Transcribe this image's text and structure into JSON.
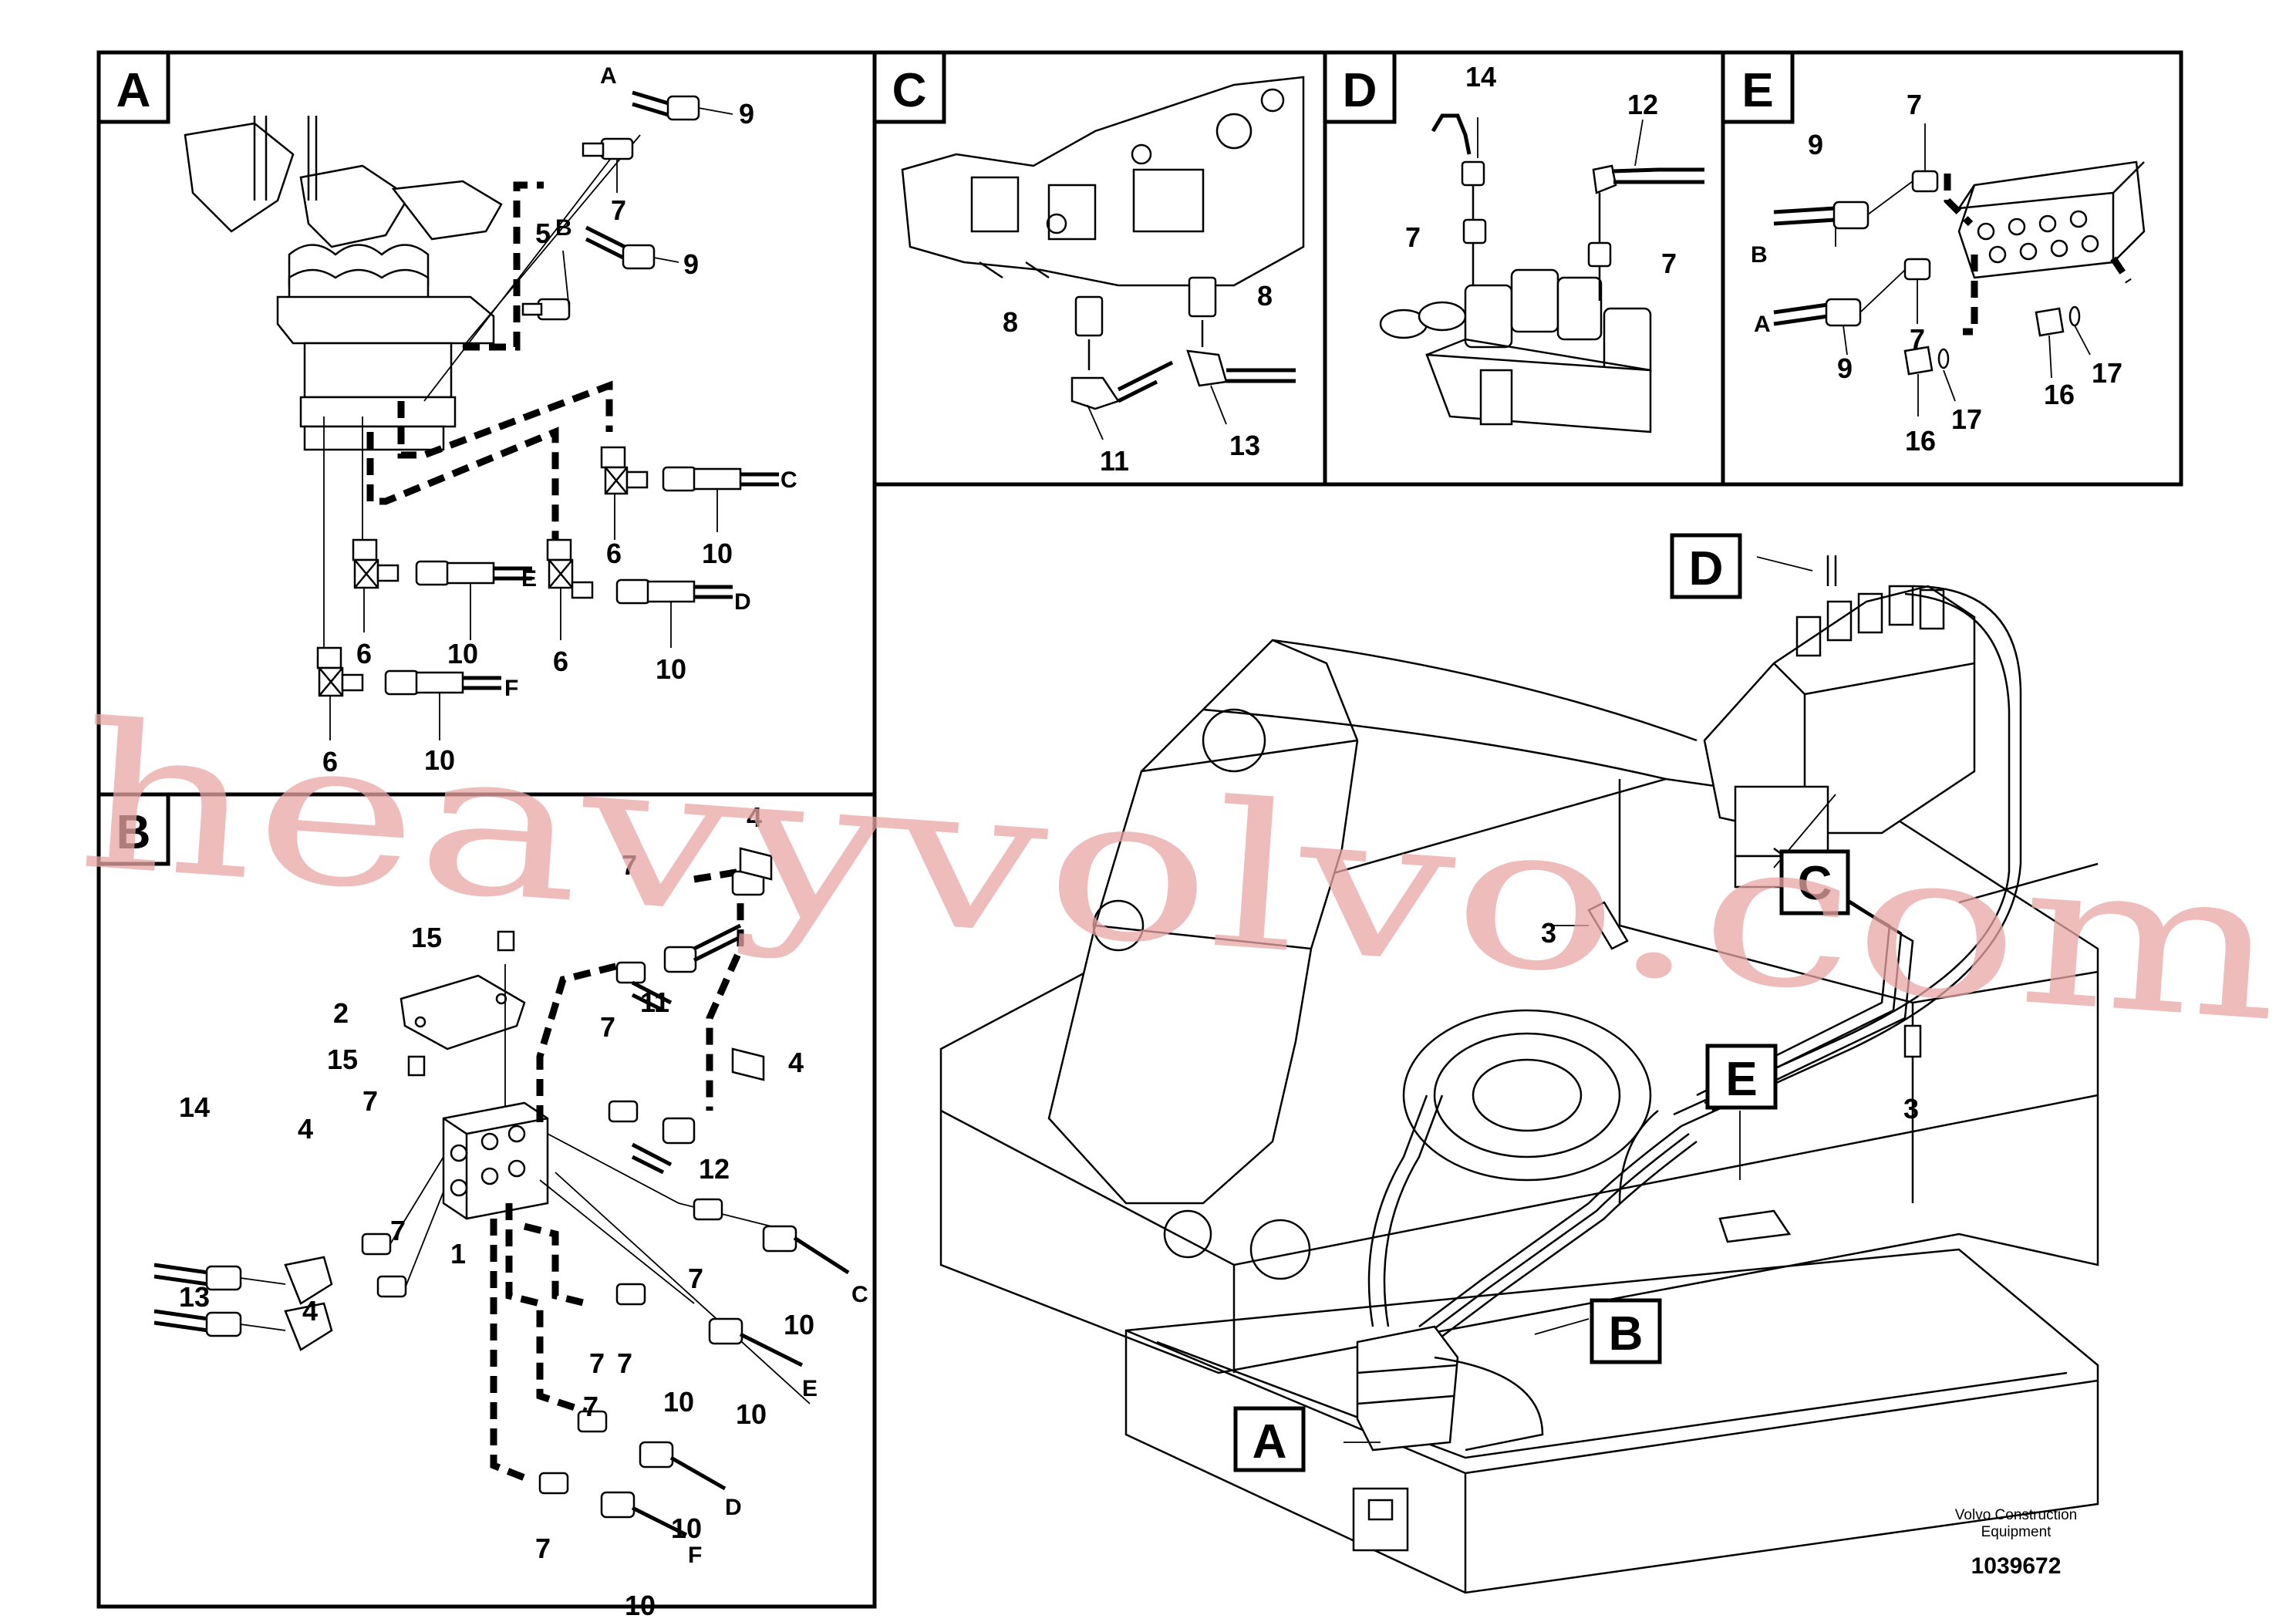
{
  "panels": [
    {
      "id": "A",
      "label": "A"
    },
    {
      "id": "B",
      "label": "B"
    },
    {
      "id": "C",
      "label": "C"
    },
    {
      "id": "D",
      "label": "D"
    },
    {
      "id": "E",
      "label": "E"
    }
  ],
  "panel_a": {
    "callouts": [
      "9",
      "7",
      "5",
      "9",
      "6",
      "10",
      "6",
      "10",
      "6",
      "10",
      "6",
      "10"
    ],
    "ports": [
      "A",
      "B",
      "C",
      "E",
      "D",
      "F"
    ]
  },
  "panel_b": {
    "callouts": [
      "4",
      "7",
      "15",
      "11",
      "2",
      "7",
      "15",
      "4",
      "14",
      "7",
      "4",
      "12",
      "7",
      "1",
      "13",
      "4",
      "7",
      "10",
      "7",
      "7",
      "10",
      "10",
      "7",
      "10",
      "7",
      "10"
    ],
    "ports": [
      "C",
      "E",
      "D",
      "F"
    ]
  },
  "panel_c": {
    "callouts": [
      "8",
      "8",
      "11",
      "13"
    ]
  },
  "panel_d": {
    "callouts": [
      "14",
      "12",
      "7",
      "7"
    ]
  },
  "panel_e": {
    "callouts": [
      "7",
      "9",
      "7",
      "9",
      "16",
      "17",
      "16",
      "17"
    ],
    "ports": [
      "B",
      "A"
    ]
  },
  "main_view": {
    "callouts": [
      "3",
      "3"
    ],
    "refs": [
      "D",
      "C",
      "E",
      "B",
      "A"
    ]
  },
  "credit": {
    "line1": "Volvo Construction",
    "line2": "Equipment"
  },
  "figure_number": "1039672",
  "watermark": "heavyvolvo.com"
}
